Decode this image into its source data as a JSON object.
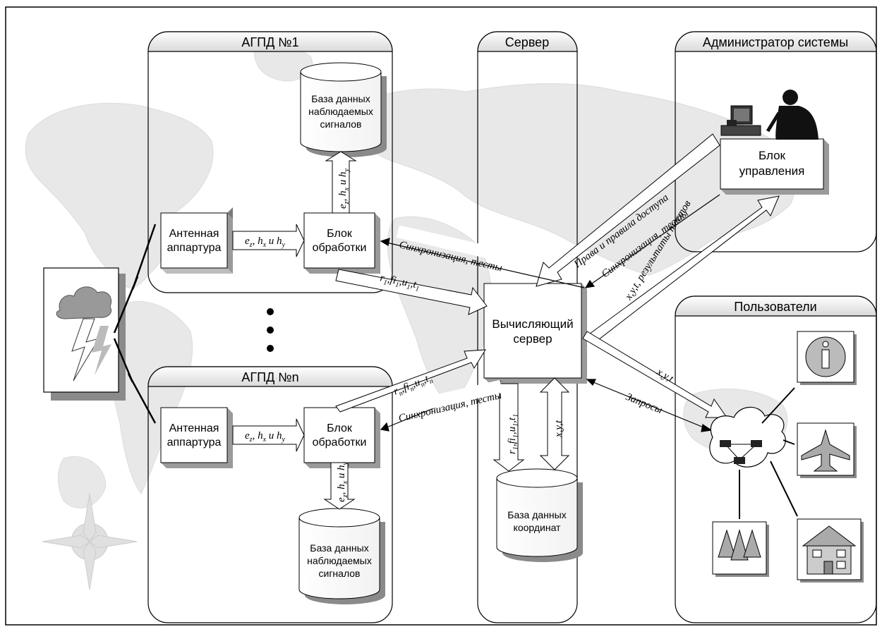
{
  "panels": {
    "agpd1": "АГПД №1",
    "server": "Сервер",
    "admin": "Администратор системы",
    "users": "Пользователи",
    "agpdn": "АГПД №n"
  },
  "blocks": {
    "antenna": [
      "Антенная",
      "аппартура"
    ],
    "processing": [
      "Блок",
      "обработки"
    ],
    "control": [
      "Блок",
      "управления"
    ],
    "compute": [
      "Вычисляющий",
      "сервер"
    ]
  },
  "databases": {
    "signals": [
      "База данных",
      "наблюдаемых",
      "сигналов"
    ],
    "coords": [
      "База данных",
      "координат"
    ]
  },
  "labels": {
    "sync_tests": "Синхронизация, тесты",
    "access_rules": "Права и правила доступа",
    "results": "x,y,t, результаты тестов",
    "xyt": "x,y,t",
    "requests": "Запросы"
  },
  "formulas": {
    "field_main": "e",
    "field_z": "z",
    "field_hx": "h",
    "field_hx_sub": "x",
    "field_and": "и",
    "field_hy": "h",
    "field_hy_sub": "y",
    "r1_r": "r",
    "r1_rs": "1",
    "r1_fi": "fi",
    "r1_fis": "1",
    "r1_u": "u",
    "r1_us": "1",
    "r1_t": "t",
    "r1_ts": "1",
    "rn_r": "r",
    "rn_rs": "n",
    "rn_fi": "fi",
    "rn_fis": "n",
    "rn_u": "u",
    "rn_us": "n",
    "rn_t": "t",
    "rn_ts": "n"
  },
  "colors": {
    "frame": "#000000",
    "panel_header": "#eaeaea",
    "map_land": "#e9e9e9",
    "shadow": "#7a7a7a",
    "block_face": "#ffffff"
  }
}
